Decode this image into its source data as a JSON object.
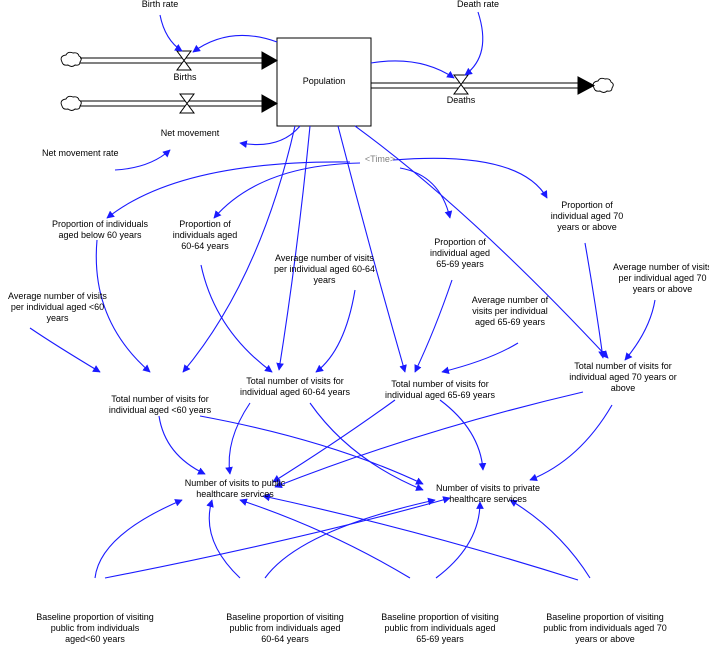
{
  "diagram": {
    "stock": "Population",
    "inflow_birth_rate": "Birth rate",
    "flow_births": "Births",
    "death_rate": "Death rate",
    "flow_deaths": "Deaths",
    "flow_net_movement": "Net movement",
    "net_movement_rate": "Net movement rate",
    "time_shadow": "<Time>",
    "prop_below60": "Proportion of individuals\naged below 60 years",
    "prop_60_64": "Proportion of\nindividuals aged\n60-64 years",
    "prop_65_69": "Proportion of\nindividual aged\n65-69 years",
    "prop_70plus": "Proportion of\nindividual aged 70\nyears or above",
    "avg_below60": "Average number of visits\nper individual aged <60\nyears",
    "avg_60_64": "Average number of visits\nper individual aged 60-64\nyears",
    "avg_65_69": "Average number of\nvisits per individual\naged 65-69 years",
    "avg_70plus": "Average number of visits\nper individual aged 70\nyears or above",
    "total_below60": "Total number of visits for\nindividual aged <60 years",
    "total_60_64": "Total number of visits for\nindividual aged 60-64 years",
    "total_65_69": "Total number of visits for\nindividual aged 65-69 years",
    "total_70plus": "Total number of visits for\nindividual aged 70 years or\nabove",
    "public_visits": "Number of visits to public\nhealthcare services",
    "private_visits": "Number of visits to private\nhealthcare services",
    "base_below60": "Baseline proportion of visiting\npublic from individuals\naged<60 years",
    "base_60_64": "Baseline proportion of visiting\npublic from individuals aged\n60-64 years",
    "base_65_69": "Baseline proportion of visiting\npublic from individuals aged\n65-69 years",
    "base_70plus": "Baseline proportion of visiting\npublic from individuals aged 70\nyears or above"
  },
  "colors": {
    "link": "#1a1aff",
    "flow": "#000000",
    "shadow_text": "#808080"
  }
}
